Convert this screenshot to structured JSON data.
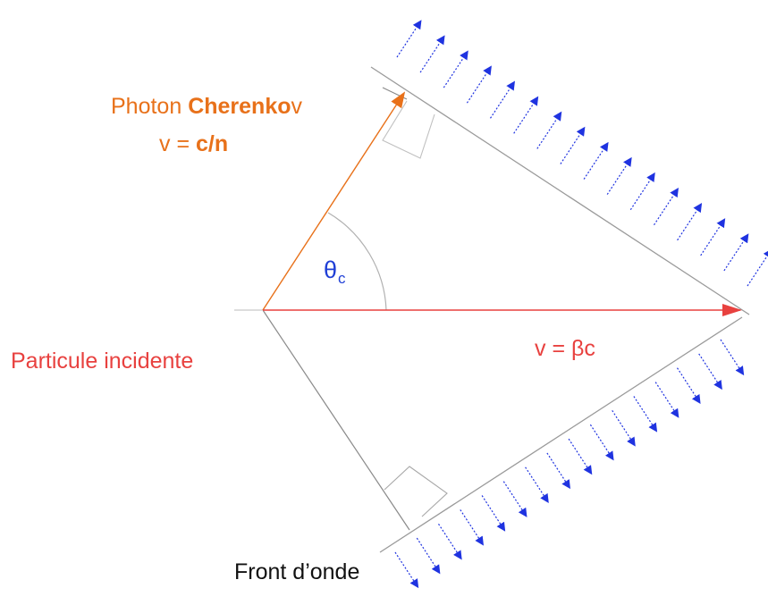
{
  "colors": {
    "photon": "#e8711a",
    "particle": "#e8413f",
    "angle": "#1f3fd6",
    "wave_arrow": "#1f33e0",
    "wave_line": "#9a9a9a",
    "construction": "#8a8a8a",
    "text_dark": "#111111"
  },
  "labels": {
    "photon_title_prefix": "Photon ",
    "photon_title_bold": "Cherenko",
    "photon_title_suffix": "v",
    "photon_speed_prefix": "v = ",
    "photon_speed_value": "c/n",
    "angle_symbol": "θ",
    "angle_subscript": "c",
    "particle_name": "Particule incidente",
    "particle_speed": "v = βc",
    "wave_front": "Front d’onde"
  },
  "icons": {
    "photon_arrow": "arrow-up-right-icon",
    "particle_arrow": "arrow-right-icon",
    "wave_arrows_upper": "arrow-up-right-icon",
    "wave_arrows_lower": "arrow-down-right-icon"
  }
}
